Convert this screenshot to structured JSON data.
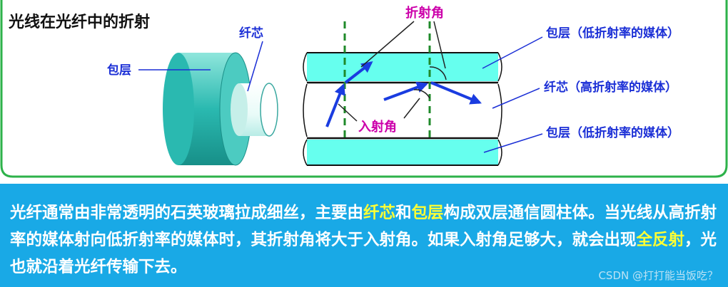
{
  "title": "光线在光纤中的折射",
  "labels": {
    "core_small": "纤芯",
    "cladding_small": "包层",
    "refraction_angle": "折射角",
    "incidence_angle": "入射角",
    "cladding_top": "包层（低折射率的媒体）",
    "core_mid": "纤芯（高折射率的媒体）",
    "cladding_bottom": "包层（低折射率的媒体）"
  },
  "description": {
    "p1": "光纤通常由非常透明的石英玻璃拉成细丝，主要由",
    "h1": "纤芯",
    "p2": "和",
    "h2": "包层",
    "p3": "构成双层通信圆柱体。当光线从高折射率的媒体射向低折射率的媒体时，其折射角将大于入射角。如果入射角足够大，就会出现",
    "h3": "全反射",
    "p4": "，光也就沿着光纤传输下去。"
  },
  "watermark": "CSDN @打打能当饭吃？",
  "colors": {
    "cladding": "#66ffee",
    "cylinder": "#2ab9b0",
    "arrow": "#1a3ce0",
    "dashed": "#1f8a2a",
    "panel_bg": "#19a9e6",
    "highlight": "#ffff33",
    "border_green": "#2db24a",
    "magenta": "#cc00aa",
    "label_blue": "#1b2fd6"
  }
}
